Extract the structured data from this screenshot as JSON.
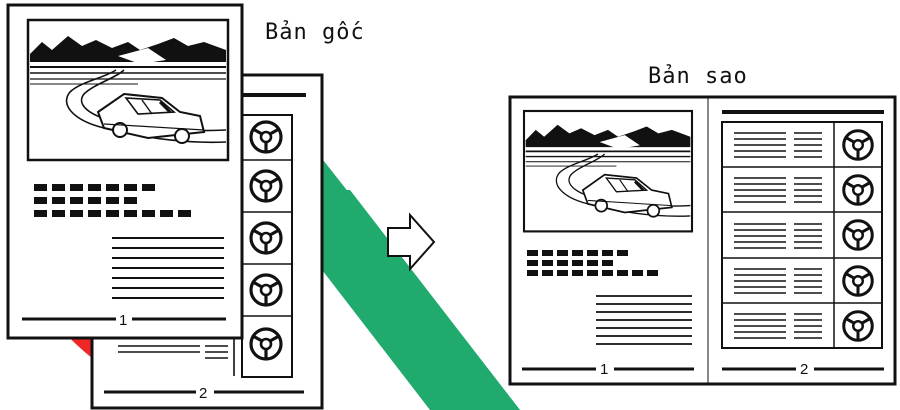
{
  "labels": {
    "original": "Bản gốc",
    "copy": "Bản sao"
  },
  "page_numbers": {
    "original_page_1": "1",
    "original_page_2": "2",
    "copy_page_1": "1",
    "copy_page_2": "2"
  },
  "colors": {
    "watermark_red": "#f01c1c",
    "watermark_green": "#15a666",
    "ink": "#111111"
  },
  "icons": [
    "arrow-right-icon",
    "steering-wheel-icon",
    "car-landscape-image",
    "dashed-text-block"
  ]
}
